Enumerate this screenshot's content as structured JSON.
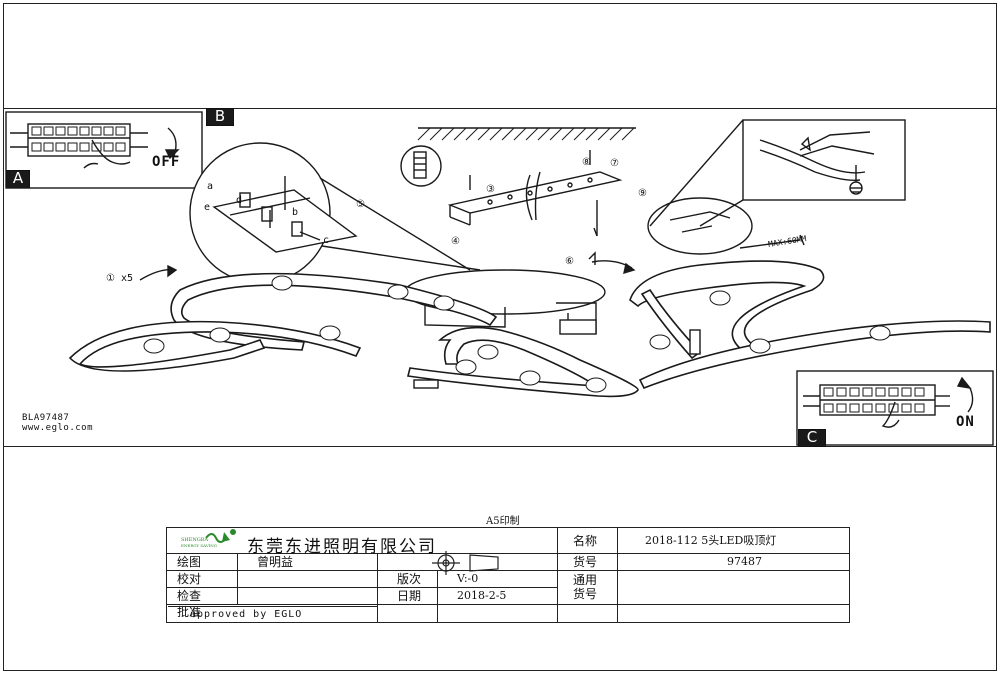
{
  "drawing": {
    "code": "BLA97487",
    "website": "www.eglo.com",
    "tags": {
      "a": "A",
      "b": "B",
      "c": "C"
    },
    "switch_off": "OFF",
    "switch_on": "ON",
    "step1": "① x5",
    "max_length": "MAX:60MM",
    "callouts": [
      "a",
      "b",
      "c",
      "d",
      "e"
    ],
    "steps": [
      "③",
      "④",
      "⑤",
      "⑥",
      "⑦",
      "⑧",
      "⑨"
    ]
  },
  "print_size": "A5印制",
  "title_block": {
    "company": "东莞东进照明有限公司",
    "logo_text": "SHENGBA",
    "logo_sub": "ENERGY SAVING",
    "rows": {
      "drawn_label": "绘图",
      "drawn_value": "曾明益",
      "proof_label": "校对",
      "check_label": "检查",
      "approve_label": "批准",
      "approved_by": "approved by EGLO"
    },
    "version_label": "版次",
    "version_value": "V:-0",
    "date_label": "日期",
    "date_value": "2018-2-5",
    "name_label": "名称",
    "name_value": "2018-112 5头LED吸顶灯",
    "item_label": "货号",
    "item_value": "97487",
    "common_label_1": "通用",
    "common_label_2": "货号"
  }
}
